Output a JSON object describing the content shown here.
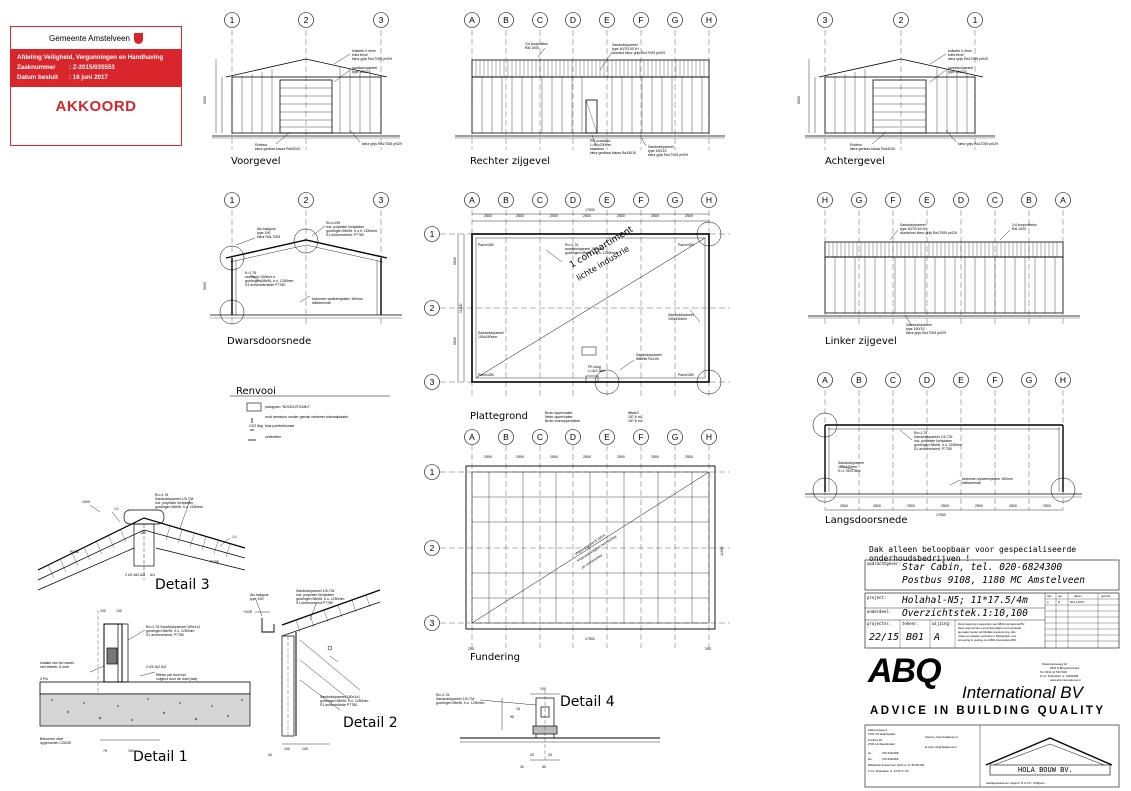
{
  "stamp": {
    "municipality": "Gemeente Amstelveen",
    "department": "Afdeling Veiligheid, Vergunningen en Handhaving",
    "case_label": "Zaaknummer",
    "case_value": ": Z-2015/035553",
    "date_label": "Datum besluit",
    "date_value": ": 16 juni 2017",
    "status": "AKKOORD"
  },
  "views": {
    "voorgevel": "Voorgevel",
    "rechterzijgevel": "Rechter zijgevel",
    "achtergevel": "Achtergevel",
    "dwarsdoorsnede": "Dwarsdoorsnede",
    "plattegrond": "Plattegrond",
    "linkerzijgevel": "Linker zijgevel",
    "langsdoorsnede": "Langsdoorsnede",
    "fundering": "Fundering",
    "detail1": "Detail 1",
    "detail2": "Detail 2",
    "detail3": "Detail 3",
    "detail4": "Detail 4",
    "renvooi": "Renvooi",
    "compartment": "1 compartiment",
    "compartment_sub": "lichte industrie"
  },
  "axes": {
    "front": [
      "1",
      "2",
      "3"
    ],
    "back": [
      "3",
      "2",
      "1"
    ],
    "side": [
      "A",
      "B",
      "C",
      "D",
      "E",
      "F",
      "G",
      "H"
    ],
    "side_rev": [
      "H",
      "G",
      "F",
      "E",
      "D",
      "C",
      "B",
      "A"
    ]
  },
  "dims": {
    "bay": "2500",
    "length": "17500",
    "width": "11000",
    "half_width": "5500",
    "height": "4000",
    "overhang": "1000",
    "d150": "150",
    "d100": "100",
    "d200": "200",
    "d20": "20",
    "d30": "30",
    "d60": "60",
    "d95": "95"
  },
  "notes": {
    "services": "Dak alleen beloopbaar voor gespecialiseerde onderhoudsbedrijven !"
  },
  "title_block": {
    "client_label": "opdrachtgever:",
    "client_line1": "Star Cabin, tel. 020-6824300",
    "client_line2": "Postbus 9108, 1180 MC Amstelveen",
    "project_label": "project:",
    "project_value": "Holahal-N5;    11*17.5/4m",
    "subject_label": "onderdeel:",
    "subject_value": "Overzichtstek.1:10,100",
    "projectno_label": "projectnr.",
    "drawing_label": "tekenr.",
    "version_label": "wijzing:",
    "projectno": "22/15",
    "drawing": "B01",
    "version": "A",
    "company_logo": "ABQ",
    "company_name": "International BV",
    "slogan": "ADVICE IN BUILDING QUALITY",
    "maker": "HOLA BOUW BV."
  }
}
